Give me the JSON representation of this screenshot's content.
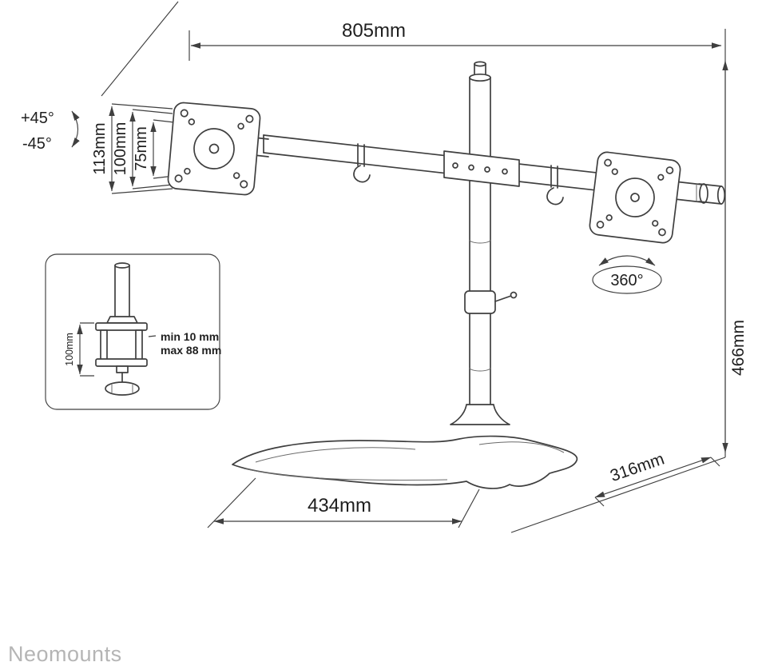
{
  "brand": "Neomounts",
  "dimensions": {
    "top_width": "805mm",
    "height": "466mm",
    "base_width": "434mm",
    "base_depth": "316mm",
    "vesa_plate": "113mm",
    "vesa_outer": "100mm",
    "vesa_inner": "75mm",
    "tilt_up": "+45°",
    "tilt_down": "-45°",
    "rotation": "360°"
  },
  "inset": {
    "column_height": "100mm",
    "clamp_min": "min 10 mm",
    "clamp_max": "max 88 mm"
  },
  "colors": {
    "line": "#3f3f3f",
    "text": "#1f1f1f",
    "brand": "#b5b5b5",
    "background": "#ffffff"
  }
}
